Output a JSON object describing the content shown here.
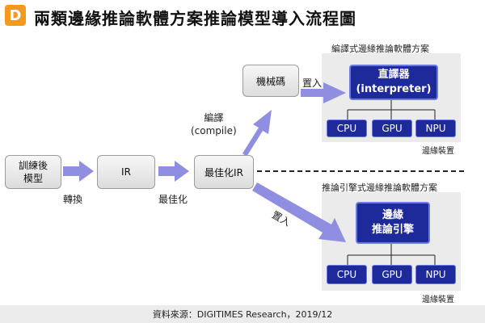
{
  "title": "兩類邊緣推論軟體方案推論模型導入流程圖",
  "logo_letter": "D",
  "flow": {
    "trained_model": "訓練後\n模型",
    "ir": "IR",
    "optimized_ir": "最佳化IR",
    "machine_code": "機械碼",
    "convert_label": "轉換",
    "optimize_label": "最佳化",
    "compile_label": "編譯\n(compile)",
    "embed_label_top": "置入",
    "embed_label_bottom": "置入"
  },
  "compiled_panel": {
    "title": "編譯式邊緣推論軟體方案",
    "core": "直譯器\n(interpreter)",
    "hardware": [
      "CPU",
      "GPU",
      "NPU"
    ],
    "device_label": "邊緣裝置"
  },
  "engine_panel": {
    "title": "推論引擎式邊緣推論軟體方案",
    "core": "邊緣\n推論引擎",
    "hardware": [
      "CPU",
      "GPU",
      "NPU"
    ],
    "device_label": "邊緣裝置"
  },
  "source": "資料來源：DIGITIMES Research，2019/12",
  "colors": {
    "accent_orange": "#f29a1f",
    "arrow_purple": "#8f8ee0",
    "box_navy": "#1e2a9a",
    "panel_gray": "#ebebeb"
  }
}
